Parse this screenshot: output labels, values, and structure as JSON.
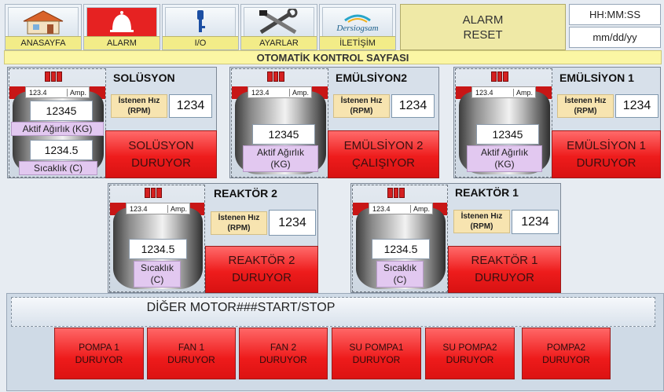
{
  "nav": [
    {
      "label": "ANASAYFA",
      "icon": "home-icon"
    },
    {
      "label": "ALARM",
      "icon": "bell-icon"
    },
    {
      "label": "I/O",
      "icon": "key-icon"
    },
    {
      "label": "AYARLAR",
      "icon": "tools-icon"
    },
    {
      "label": "İLETİŞİM",
      "icon": "dersiogsam-logo"
    }
  ],
  "logo_text": "Dersiogsam",
  "alarm_reset": "ALARM\nRESET",
  "time": "HH:MM:SS",
  "date": "mm/dd/yy",
  "page_title": "OTOMATİK KONTROL SAYFASI",
  "panels": {
    "solusyon": {
      "title": "SOLÜSYON",
      "amp": "123.4",
      "amp_unit": "Amp.",
      "weight": "12345",
      "weight_label": "Aktif Ağırlık (KG)",
      "temp": "1234.5",
      "temp_label": "Sıcaklık (C)",
      "speed_label": "İstenen Hız\n(RPM)",
      "speed": "1234",
      "status": "SOLÜSYON\nDURUYOR"
    },
    "emulsiyon2": {
      "title": "EMÜLSİYON2",
      "amp": "123.4",
      "amp_unit": "Amp.",
      "weight": "12345",
      "weight_label": "Aktif Ağırlık\n(KG)",
      "speed_label": "İstenen Hız\n(RPM)",
      "speed": "1234",
      "status": "EMÜLSİYON 2\nÇALIŞIYOR"
    },
    "emulsiyon1": {
      "title": "EMÜLSİYON 1",
      "amp": "123.4",
      "amp_unit": "Amp.",
      "weight": "12345",
      "weight_label": "Aktif Ağırlık\n(KG)",
      "speed_label": "İstenen Hız\n(RPM)",
      "speed": "1234",
      "status": "EMÜLSİYON 1\nDURUYOR"
    },
    "reaktor2": {
      "title": "REAKTÖR 2",
      "amp": "123.4",
      "amp_unit": "Amp.",
      "temp": "1234.5",
      "temp_label": "Sıcaklık\n(C)",
      "speed_label": "İstenen Hız\n(RPM)",
      "speed": "1234",
      "status": "REAKTÖR 2\nDURUYOR"
    },
    "reaktor1": {
      "title": "REAKTÖR 1",
      "amp": "123.4",
      "amp_unit": "Amp.",
      "temp": "1234.5",
      "temp_label": "Sıcaklık\n(C)",
      "speed_label": "İstenen Hız\n(RPM)",
      "speed": "1234",
      "status": "REAKTÖR 1\nDURUYOR"
    }
  },
  "other_motors": {
    "title": "DİĞER MOTOR###START/STOP",
    "buttons": [
      {
        "label": "POMPA 1\nDURUYOR"
      },
      {
        "label": "FAN 1\nDURUYOR"
      },
      {
        "label": "FAN 2\nDURUYOR"
      },
      {
        "label": "SU POMPA1\nDURUYOR"
      },
      {
        "label": "SU POMPA2\nDURUYOR"
      },
      {
        "label": "POMPA2\nDURUYOR"
      }
    ]
  },
  "colors": {
    "status_red": "#ee1c1c",
    "title_yellow": "#fbf6a4",
    "label_purple": "#e2c8f0"
  }
}
